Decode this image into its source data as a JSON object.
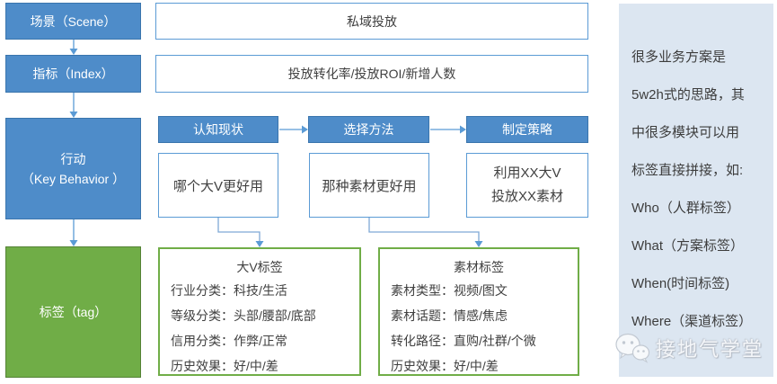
{
  "colors": {
    "blue_fill": "#4E8CC9",
    "blue_border": "#3A75AD",
    "light_blue_border": "#5B9BD5",
    "green_fill": "#70AD47",
    "green_border": "#548235",
    "green_outline": "#70AD47",
    "panel_background": "#DCE6F1",
    "arrow": "#5B9BD5",
    "text_dark": "#404040",
    "text_white": "#FFFFFF"
  },
  "left_column": {
    "scene": "场景（Scene）",
    "index": "指标（Index）",
    "behavior_line1": "行动",
    "behavior_line2": "（Key Behavior ）",
    "tag": "标签（tag）"
  },
  "rows": {
    "scene_value": "私域投放",
    "index_value": "投放转化率/投放ROI/新增人数"
  },
  "steps": [
    {
      "header": "认知现状",
      "detail": "哪个大V更好用"
    },
    {
      "header": "选择方法",
      "detail": "那种素材更好用"
    },
    {
      "header": "制定策略",
      "detail_line1": "利用XX大V",
      "detail_line2": "投放XX素材"
    }
  ],
  "tag_boxes": [
    {
      "title": "大V标签",
      "items": [
        "行业分类：科技/生活",
        "等级分类：头部/腰部/底部",
        "信用分类：作弊/正常",
        "历史效果：好/中/差"
      ]
    },
    {
      "title": "素材标签",
      "items": [
        "素材类型：视频/图文",
        "素材话题：情感/焦虑",
        "转化路径：直购/社群/个微",
        "历史效果：好/中/差"
      ]
    }
  ],
  "side_panel": {
    "lines": [
      "很多业务方案是",
      "5w2h式的思路，其",
      "中很多模块可以用",
      "标签直接拼接，如:",
      "Who（人群标签）",
      "What（方案标签）",
      "When(时间标签)",
      "Where（渠道标签）"
    ]
  },
  "watermark": {
    "label": "接地气学堂",
    "icon": "wechat-icon"
  }
}
